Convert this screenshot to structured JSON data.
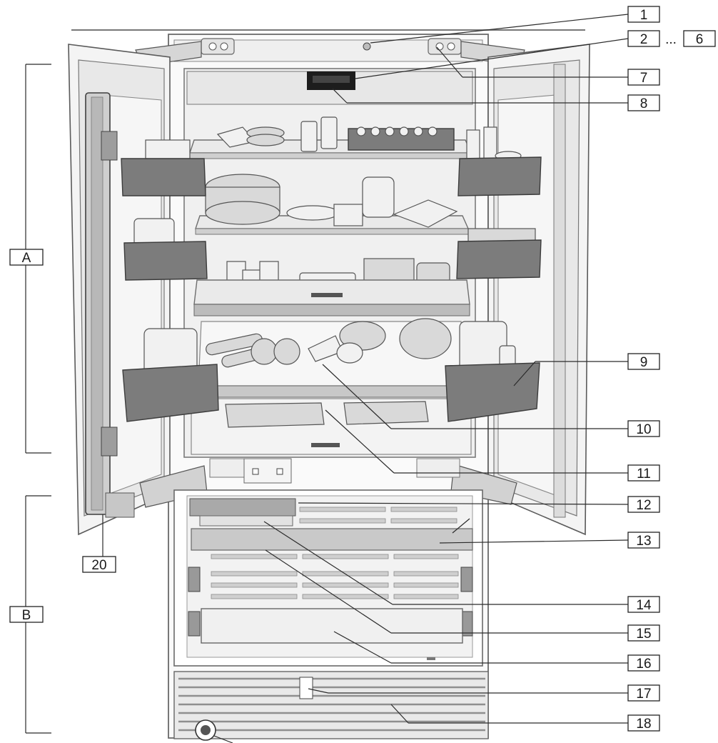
{
  "callouts": {
    "n1": "1",
    "n2": "2",
    "ellipsis": "...",
    "n6": "6",
    "n7": "7",
    "n8": "8",
    "n9": "9",
    "n10": "10",
    "n11": "11",
    "n12": "12",
    "n13": "13",
    "n14": "14",
    "n15": "15",
    "n16": "16",
    "n17": "17",
    "n18": "18",
    "n20": "20"
  },
  "zones": {
    "a": "A",
    "b": "B"
  }
}
